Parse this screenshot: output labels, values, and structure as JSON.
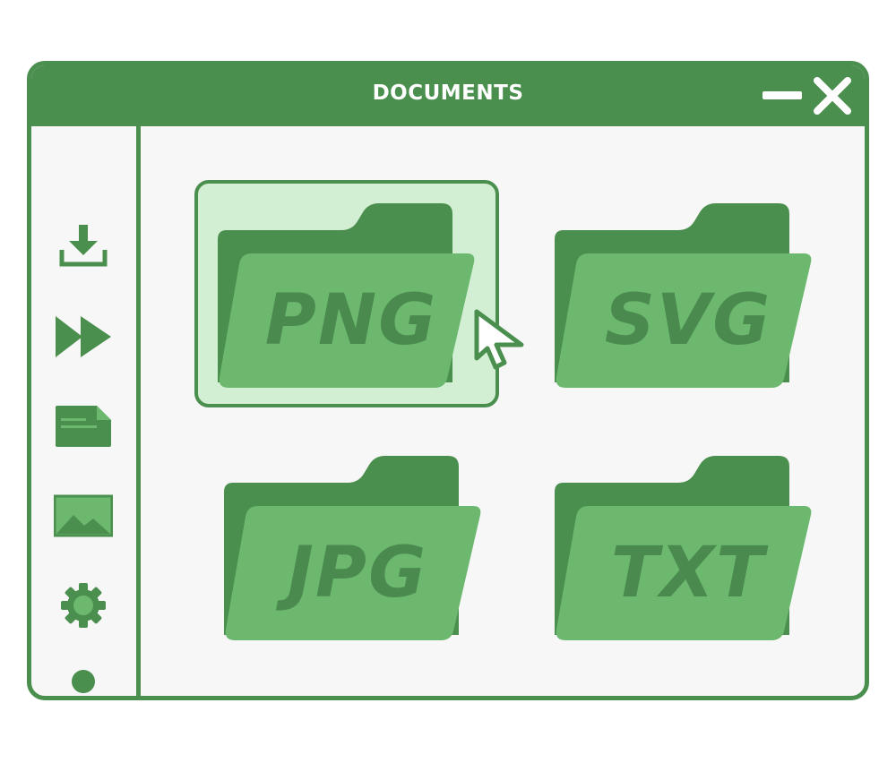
{
  "window": {
    "title": "DOCUMENTS",
    "controls": [
      {
        "name": "minimize",
        "icon": "minimize-icon"
      },
      {
        "name": "close",
        "icon": "close-icon"
      }
    ]
  },
  "sidebar": {
    "items": [
      {
        "icon": "download-icon"
      },
      {
        "icon": "fast-forward-icon"
      },
      {
        "icon": "document-icon"
      },
      {
        "icon": "image-icon"
      },
      {
        "icon": "gear-icon"
      },
      {
        "icon": "user-icon"
      }
    ]
  },
  "folders": [
    {
      "label": "PNG",
      "selected": true
    },
    {
      "label": "SVG",
      "selected": false
    },
    {
      "label": "JPG",
      "selected": false
    },
    {
      "label": "TXT",
      "selected": false
    }
  ],
  "colors": {
    "primary": "#4b8f4f",
    "folder_front": "#6bb86e",
    "folder_label": "#4a8a4e",
    "selection_fill": "#d3efd3",
    "content_bg": "#f7f7f7"
  },
  "cursor": {
    "icon": "mouse-pointer-icon"
  }
}
